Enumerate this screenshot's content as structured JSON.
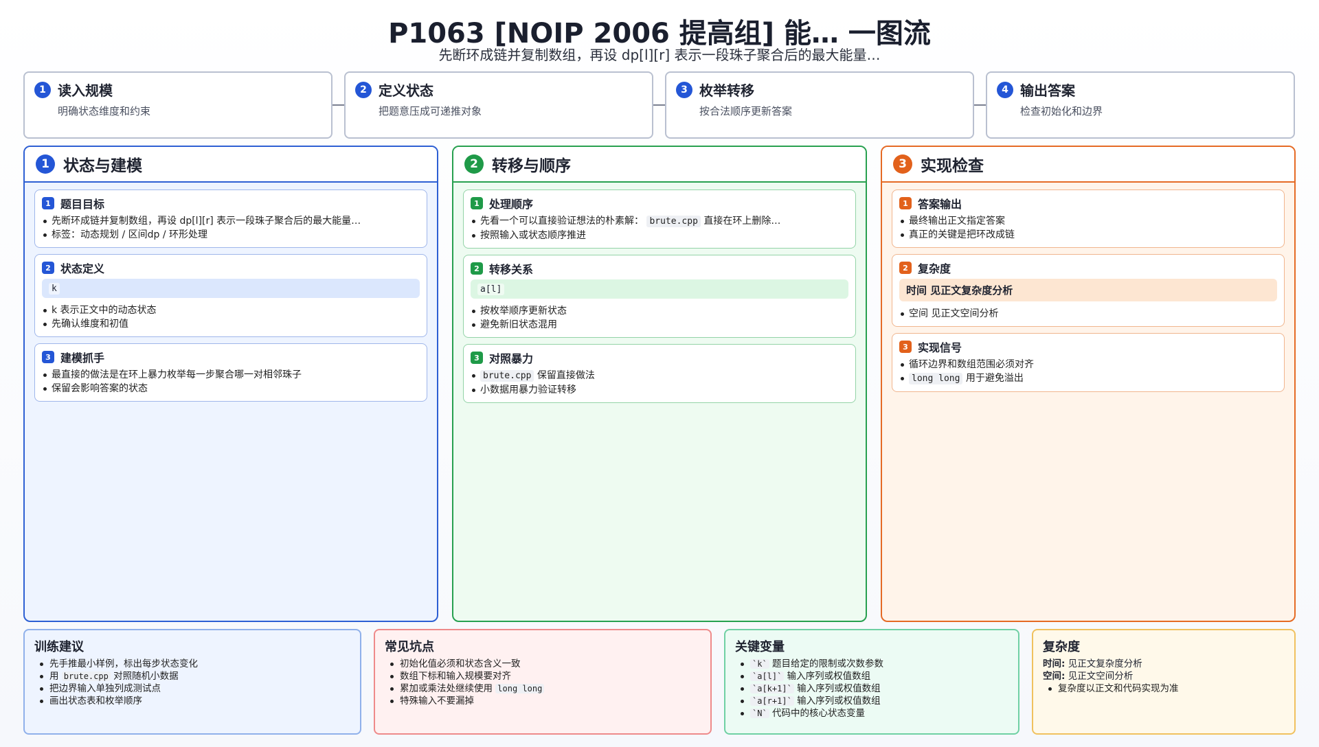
{
  "header": {
    "title": "P1063 [NOIP 2006 提高组] 能… 一图流",
    "subtitle": "先断环成链并复制数组，再设 dp[l][r] 表示一段珠子聚合后的最大能量…"
  },
  "steps": [
    {
      "num": "1",
      "title": "读入规模",
      "desc": "明确状态维度和约束"
    },
    {
      "num": "2",
      "title": "定义状态",
      "desc": "把题意压成可递推对象"
    },
    {
      "num": "3",
      "title": "枚举转移",
      "desc": "按合法顺序更新答案"
    },
    {
      "num": "4",
      "title": "输出答案",
      "desc": "检查初始化和边界"
    }
  ],
  "columns": {
    "c1": {
      "num": "1",
      "title": "状态与建模",
      "cards": {
        "k1": {
          "num": "1",
          "title": "题目目标",
          "b1": "先断环成链并复制数组，再设 dp[l][r] 表示一段珠子聚合后的最大能量…",
          "b2": "标签：动态规划 / 区间dp / 环形处理"
        },
        "k2": {
          "num": "2",
          "title": "状态定义",
          "formula": "k",
          "b1": "k 表示正文中的动态状态",
          "b2": "先确认维度和初值"
        },
        "k3": {
          "num": "3",
          "title": "建模抓手",
          "b1": "最直接的做法是在环上暴力枚举每一步聚合哪一对相邻珠子",
          "b2": "保留会影响答案的状态"
        }
      }
    },
    "c2": {
      "num": "2",
      "title": "转移与顺序",
      "cards": {
        "k1": {
          "num": "1",
          "title": "处理顺序",
          "b1_pre": "先看一个可以直接验证想法的朴素解：",
          "b1_code": "brute.cpp",
          "b1_post": "直接在环上删除…",
          "b2": "按照输入或状态顺序推进"
        },
        "k2": {
          "num": "2",
          "title": "转移关系",
          "formula": "a[l]",
          "b1": "按枚举顺序更新状态",
          "b2": "避免新旧状态混用"
        },
        "k3": {
          "num": "3",
          "title": "对照暴力",
          "b1_code": "brute.cpp",
          "b1_post": "保留直接做法",
          "b2": "小数据用暴力验证转移"
        }
      }
    },
    "c3": {
      "num": "3",
      "title": "实现检查",
      "cards": {
        "k1": {
          "num": "1",
          "title": "答案输出",
          "b1": "最终输出正文指定答案",
          "b2": "真正的关键是把环改成链"
        },
        "k2": {
          "num": "2",
          "title": "复杂度",
          "formula": "时间 见正文复杂度分析",
          "b1": "空间 见正文空间分析"
        },
        "k3": {
          "num": "3",
          "title": "实现信号",
          "b1": "循环边界和数组范围必须对齐",
          "b2_code": "long long",
          "b2_post": "用于避免溢出"
        }
      }
    }
  },
  "panels": {
    "training": {
      "title": "训练建议",
      "b1": "先手推最小样例，标出每步状态变化",
      "b2_pre": "用",
      "b2_code": "brute.cpp",
      "b2_post": "对照随机小数据",
      "b3": "把边界输入单独列成测试点",
      "b4": "画出状态表和枚举顺序"
    },
    "pitfalls": {
      "title": "常见坑点",
      "b1": "初始化值必须和状态含义一致",
      "b2": "数组下标和输入规模要对齐",
      "b3_pre": "累加或乘法处继续使用",
      "b3_code": "long long",
      "b4": "特殊输入不要漏掉"
    },
    "variables": {
      "title": "关键变量",
      "v1_code": "`k`",
      "v1_desc": "题目给定的限制或次数参数",
      "v2_code": "`a[l]`",
      "v2_desc": "输入序列或权值数组",
      "v3_code": "`a[k+1]`",
      "v3_desc": "输入序列或权值数组",
      "v4_code": "`a[r+1]`",
      "v4_desc": "输入序列或权值数组",
      "v5_code": "`N`",
      "v5_desc": "代码中的核心状态变量"
    },
    "complexity": {
      "title": "复杂度",
      "time_label": "时间:",
      "time_value": "见正文复杂度分析",
      "space_label": "空间:",
      "space_value": "见正文空间分析",
      "b1": "复杂度以正文和代码实现为准"
    }
  },
  "colors": {
    "blue": "#2d5fd3",
    "green": "#27a04f",
    "orange": "#e56a24",
    "red_panel": "#ee8a8a",
    "green_panel": "#6fd0a3",
    "amber_panel": "#f0c15e"
  }
}
